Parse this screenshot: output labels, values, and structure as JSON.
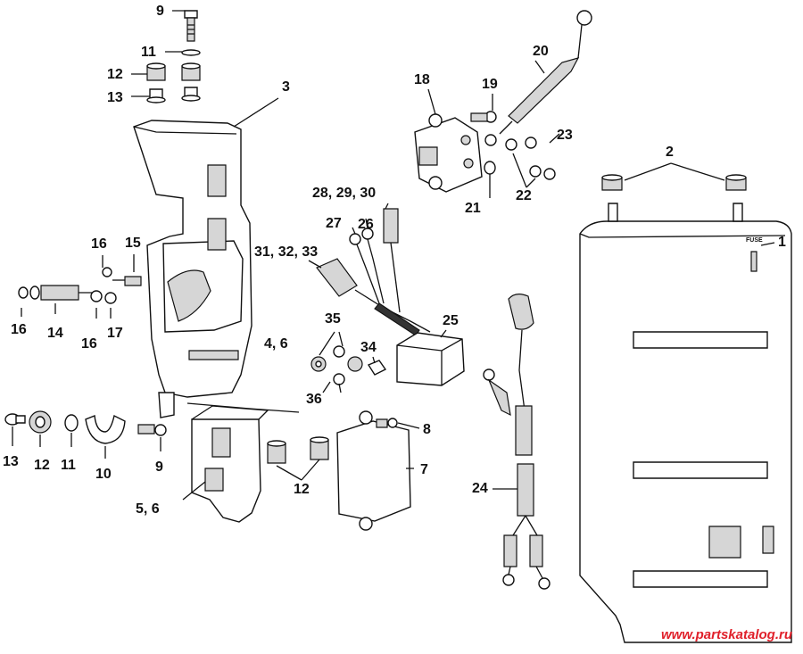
{
  "diagram": {
    "callouts": [
      {
        "id": "c9a",
        "text": "9"
      },
      {
        "id": "c11a",
        "text": "11"
      },
      {
        "id": "c12a",
        "text": "12"
      },
      {
        "id": "c13a",
        "text": "13"
      },
      {
        "id": "c3",
        "text": "3"
      },
      {
        "id": "c16a",
        "text": "16"
      },
      {
        "id": "c15",
        "text": "15"
      },
      {
        "id": "c16b",
        "text": "16"
      },
      {
        "id": "c14",
        "text": "14"
      },
      {
        "id": "c16c",
        "text": "16"
      },
      {
        "id": "c17",
        "text": "17"
      },
      {
        "id": "c46",
        "text": "4, 6"
      },
      {
        "id": "c13b",
        "text": "13"
      },
      {
        "id": "c12b",
        "text": "12"
      },
      {
        "id": "c11b",
        "text": "11"
      },
      {
        "id": "c10",
        "text": "10"
      },
      {
        "id": "c9b",
        "text": "9"
      },
      {
        "id": "c56",
        "text": "5, 6"
      },
      {
        "id": "c18",
        "text": "18"
      },
      {
        "id": "c19",
        "text": "19"
      },
      {
        "id": "c20",
        "text": "20"
      },
      {
        "id": "c23",
        "text": "23"
      },
      {
        "id": "c21",
        "text": "21"
      },
      {
        "id": "c22",
        "text": "22"
      },
      {
        "id": "c282930",
        "text": "28, 29, 30"
      },
      {
        "id": "c27",
        "text": "27"
      },
      {
        "id": "c26",
        "text": "26"
      },
      {
        "id": "c313233",
        "text": "31, 32, 33"
      },
      {
        "id": "c35",
        "text": "35"
      },
      {
        "id": "c25",
        "text": "25"
      },
      {
        "id": "c34",
        "text": "34"
      },
      {
        "id": "c36",
        "text": "36"
      },
      {
        "id": "c8",
        "text": "8"
      },
      {
        "id": "c7",
        "text": "7"
      },
      {
        "id": "c12c",
        "text": "12"
      },
      {
        "id": "c24",
        "text": "24"
      },
      {
        "id": "c2",
        "text": "2"
      },
      {
        "id": "c1",
        "text": "1"
      }
    ],
    "box_label": "FUSE",
    "watermark": "www.partskatalog.ru",
    "watermark_color": "#e0202a"
  }
}
